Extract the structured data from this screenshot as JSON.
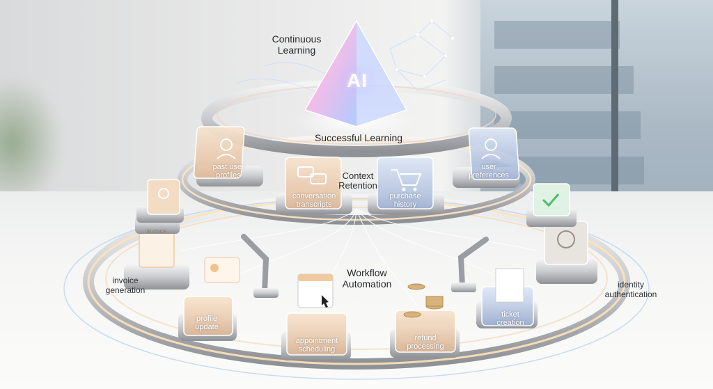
{
  "core": {
    "ai": "AI"
  },
  "labels": {
    "continuous_learning_1": "Continuous",
    "continuous_learning_2": "Learning",
    "successful_learning": "Successful Learning",
    "context_1": "Context",
    "context_2": "Retention",
    "workflow_1": "Workflow",
    "workflow_2": "Automation",
    "invoice_1": "invoice",
    "invoice_2": "generation",
    "identity_1": "identity",
    "identity_2": "authentication"
  },
  "context_tiles": [
    {
      "line1": "past user",
      "line2": "profiles"
    },
    {
      "line1": "conversation",
      "line2": "transcripts"
    },
    {
      "line1": "purchase",
      "line2": "history"
    },
    {
      "line1": "user",
      "line2": "preferences"
    }
  ],
  "workflow_tiles": [
    {
      "line1": "profile",
      "line2": "update"
    },
    {
      "line1": "appointment",
      "line2": "scheduling"
    },
    {
      "line1": "refund",
      "line2": "processing"
    },
    {
      "line1": "ticket",
      "line2": "creation"
    }
  ],
  "card_text": {
    "invoice": "INVOICE"
  }
}
